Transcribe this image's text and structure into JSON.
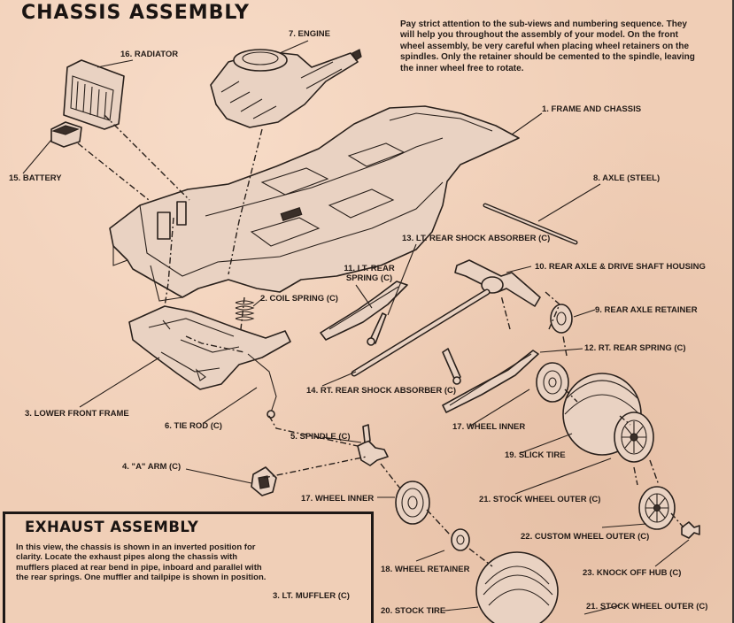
{
  "title": "CHASSIS ASSEMBLY",
  "instructions": "Pay strict attention to the sub-views and numbering sequence. They will help you throughout the assembly of your model. On the front wheel assembly, be very careful when placing wheel retainers on the spindles. Only the retainer should be cemented to the spindle, leaving the inner wheel free to rotate.",
  "parts": [
    "1. FRAME AND CHASSIS",
    "2. COIL SPRING (C)",
    "3. LOWER FRONT FRAME",
    "4. \"A\" ARM (C)",
    "5. SPINDLE (C)",
    "6. TIE ROD (C)",
    "7. ENGINE",
    "8. AXLE (STEEL)",
    "9. REAR AXLE RETAINER",
    "10. REAR AXLE & DRIVE SHAFT HOUSING",
    "11. LT. REAR",
    "SPRING (C)",
    "12. RT. REAR SPRING (C)",
    "13. LT. REAR SHOCK ABSORBER (C)",
    "14. RT. REAR SHOCK ABSORBER (C)",
    "15. BATTERY",
    "16. RADIATOR",
    "17. WHEEL INNER",
    "17. WHEEL INNER",
    "18. WHEEL RETAINER",
    "19. SLICK TIRE",
    "20. STOCK TIRE",
    "21. STOCK WHEEL OUTER (C)",
    "21. STOCK  WHEEL OUTER (C)",
    "22. CUSTOM WHEEL OUTER (C)",
    "23. KNOCK OFF HUB (C)"
  ],
  "exhaust": {
    "title": "EXHAUST ASSEMBLY",
    "text": "In this view, the chassis is shown in an inverted position for clarity. Locate the exhaust pipes along the chassis with mufflers placed at rear bend in pipe, inboard and parallel with the rear springs. One muffler and tailpipe is shown in position.",
    "label": "3. LT. MUFFLER (C)"
  },
  "colors": {
    "paper": "#f0ceb6",
    "ink": "#231b17",
    "part_fill": "#ead3c3"
  }
}
